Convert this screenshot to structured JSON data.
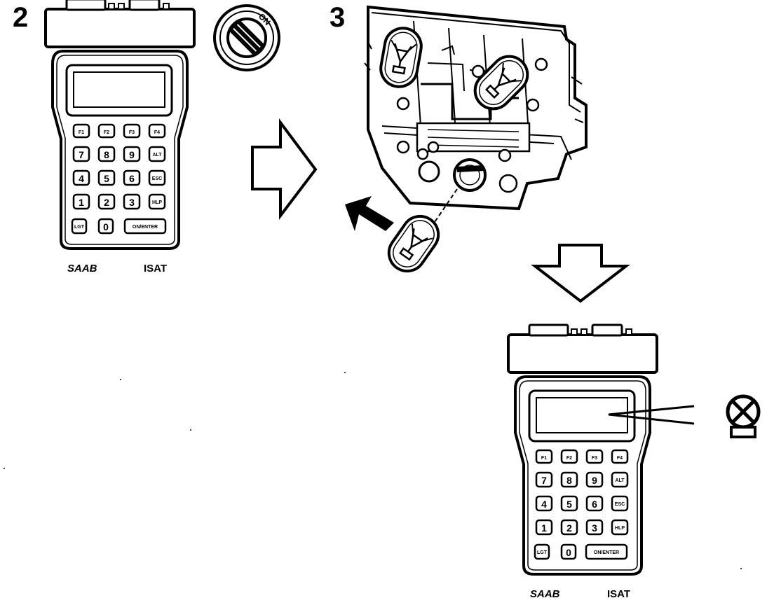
{
  "steps": {
    "step2": "2",
    "step3": "3"
  },
  "ignition": {
    "position_label": "ON"
  },
  "tester": {
    "brand": "SAAB",
    "model": "ISAT",
    "keys": {
      "f1": "F1",
      "f2": "F2",
      "f3": "F3",
      "f4": "F4",
      "k7": "7",
      "k8": "8",
      "k9": "9",
      "alt": "ALT",
      "k4": "4",
      "k5": "5",
      "k6": "6",
      "esc": "ESC",
      "k1": "1",
      "k2": "2",
      "k3": "3",
      "hlp": "HLP",
      "lgt": "LGT",
      "k0": "0",
      "enter": "ON/ENTER"
    }
  },
  "icons": [
    "ignition-key-switch-icon",
    "bulb-holder-icon",
    "bulb-icon",
    "arrow-right-icon",
    "arrow-down-icon",
    "removal-arrow-icon",
    "lamp-fault-symbol-icon"
  ],
  "colors": {
    "ink": "#000000",
    "paper": "#ffffff"
  }
}
